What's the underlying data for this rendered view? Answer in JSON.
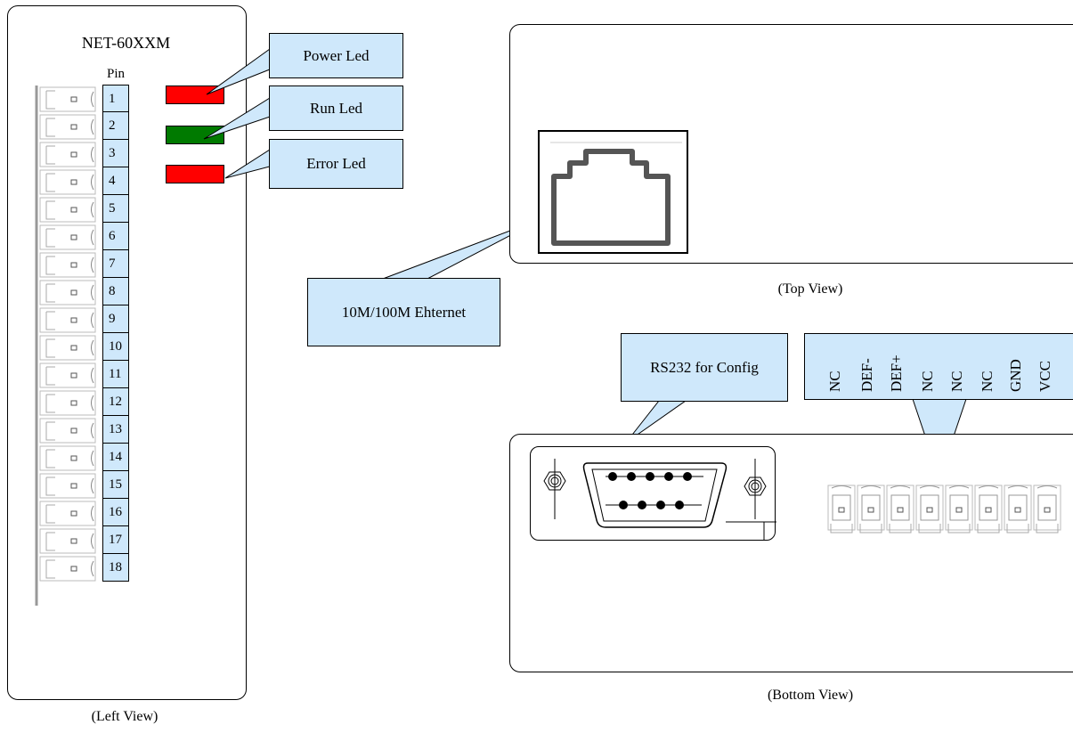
{
  "left_view": {
    "device_name": "NET-60XXM",
    "pin_header": "Pin",
    "pins": [
      "1",
      "2",
      "3",
      "4",
      "5",
      "6",
      "7",
      "8",
      "9",
      "10",
      "11",
      "12",
      "13",
      "14",
      "15",
      "16",
      "17",
      "18"
    ],
    "caption": "(Left View)"
  },
  "leds": [
    {
      "label": "Power Led",
      "color": "#ff0000"
    },
    {
      "label": "Run Led",
      "color": "#007a00"
    },
    {
      "label": "Error Led",
      "color": "#ff0000"
    }
  ],
  "top_view": {
    "ethernet_label": "10M/100M Ehternet",
    "caption": "(Top View)"
  },
  "bottom_view": {
    "rs232_label": "RS232 for Config",
    "terminal_labels": [
      "NC",
      "DEF-",
      "DEF+",
      "NC",
      "NC",
      "NC",
      "GND",
      "VCC"
    ],
    "caption": "(Bottom View)"
  }
}
